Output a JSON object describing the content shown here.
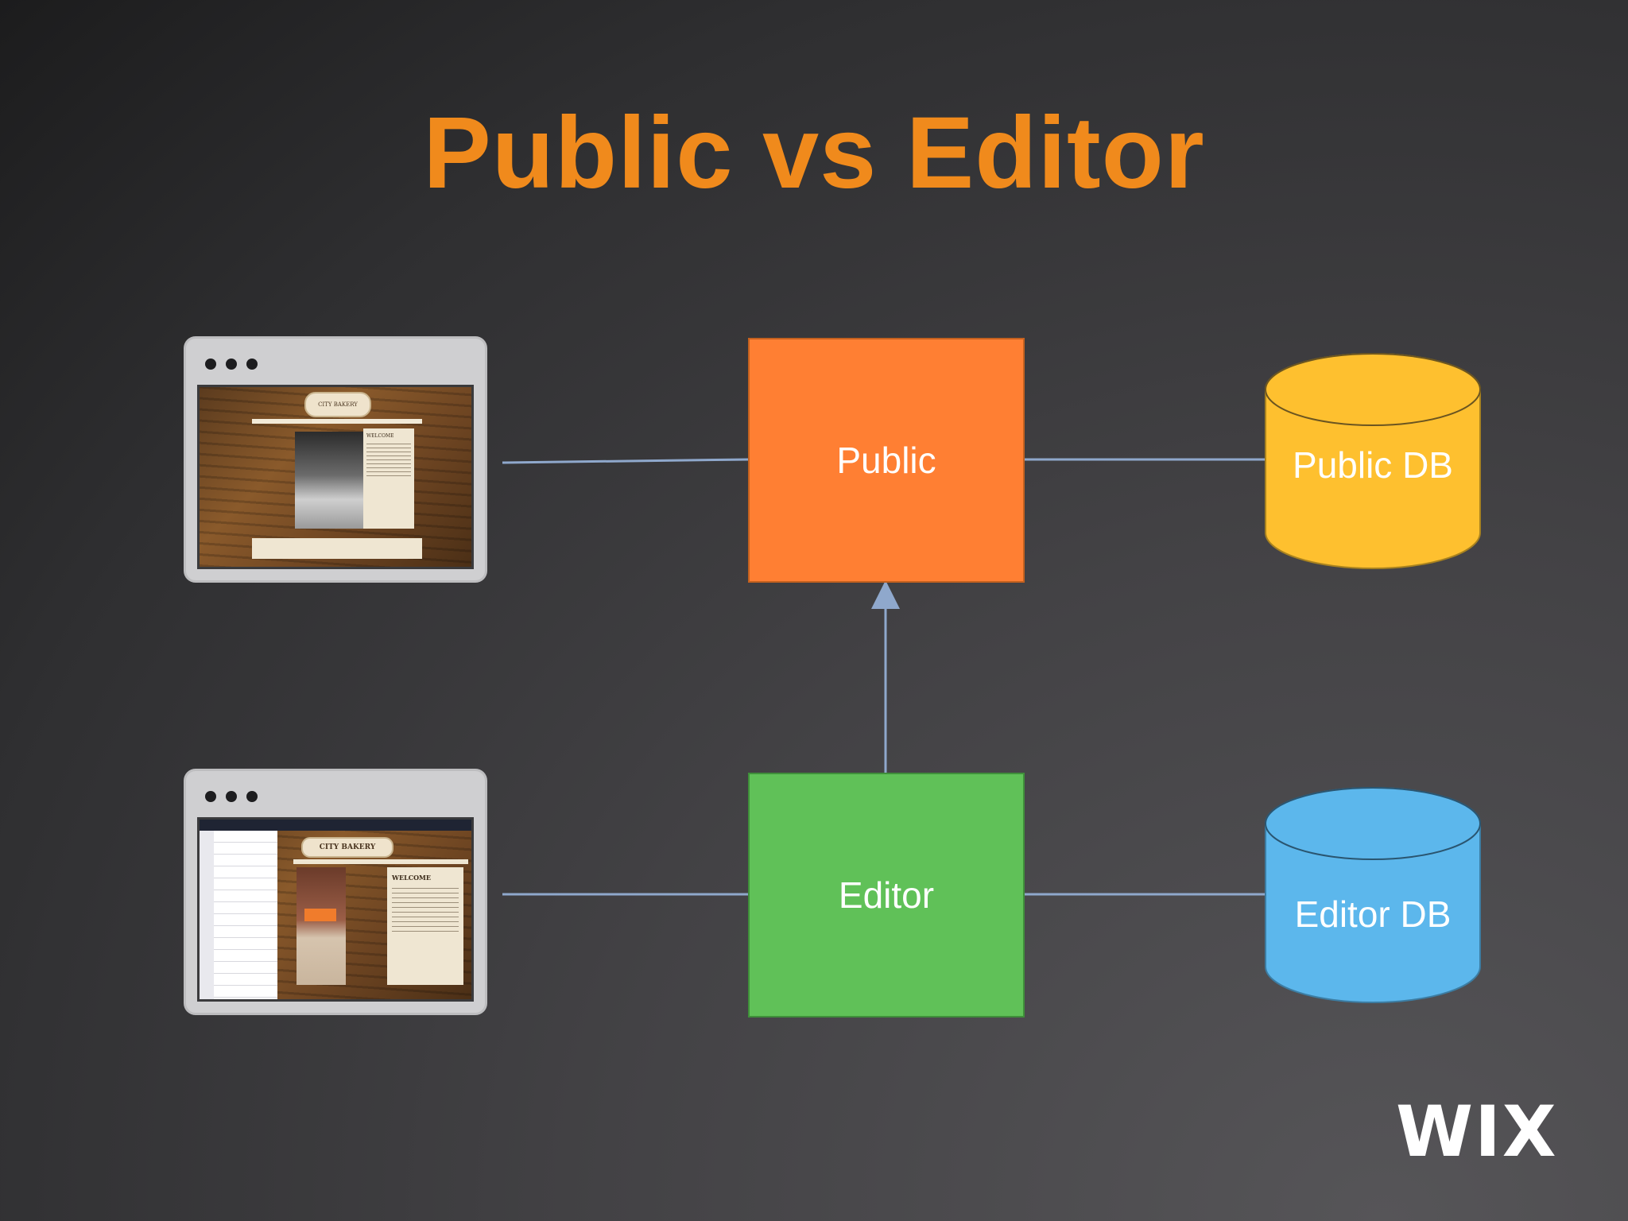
{
  "slide": {
    "title": "Public vs Editor",
    "title_color": "#F08A1C"
  },
  "nodes": {
    "public": {
      "label": "Public",
      "color": "#FF7F33"
    },
    "editor": {
      "label": "Editor",
      "color": "#60C158"
    },
    "public_db": {
      "label": "Public DB",
      "color": "#FEC02F"
    },
    "editor_db": {
      "label": "Editor DB",
      "color": "#5CB7EC"
    }
  },
  "edges": [
    {
      "from": "public-site-browser",
      "to": "public",
      "arrow": false
    },
    {
      "from": "public",
      "to": "public_db",
      "arrow": false
    },
    {
      "from": "editor-browser",
      "to": "editor",
      "arrow": false
    },
    {
      "from": "editor",
      "to": "editor_db",
      "arrow": false
    },
    {
      "from": "editor",
      "to": "public",
      "arrow": true
    }
  ],
  "edge_color": "#8FA8CC",
  "screens": {
    "public_site": {
      "site_name": "CITY BAKERY",
      "heading": "WELCOME"
    },
    "editor_site": {
      "site_name": "CITY BAKERY",
      "heading": "WELCOME"
    }
  },
  "brand": {
    "logo": "WIX"
  }
}
